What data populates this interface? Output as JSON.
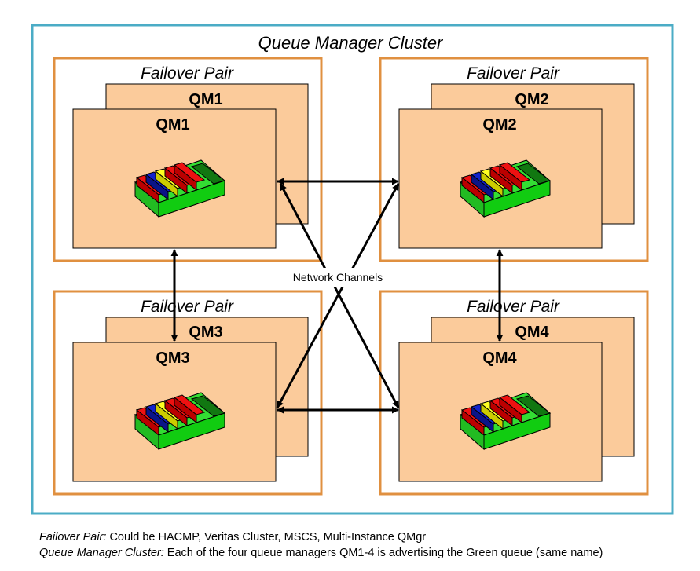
{
  "cluster": {
    "title": "Queue Manager Cluster"
  },
  "pairs": [
    {
      "label": "Failover Pair",
      "back_qm": "QM1",
      "front_qm": "QM1"
    },
    {
      "label": "Failover Pair",
      "back_qm": "QM2",
      "front_qm": "QM2"
    },
    {
      "label": "Failover Pair",
      "back_qm": "QM3",
      "front_qm": "QM3"
    },
    {
      "label": "Failover Pair",
      "back_qm": "QM4",
      "front_qm": "QM4"
    }
  ],
  "network": {
    "label": "Network Channels"
  },
  "captions": [
    {
      "term": "Failover Pair:",
      "text": " Could be HACMP, Veritas Cluster, MSCS, Multi-Instance QMgr"
    },
    {
      "term": "Queue Manager Cluster:",
      "text": " Each of the four queue managers QM1-4 is advertising the Green queue (same name)"
    }
  ],
  "colors": {
    "cluster_border": "#4bacc6",
    "pair_border": "#e09040",
    "qm_fill": "#fbcb9b",
    "green_queue": "#22cc22",
    "red_msg": "#ee1111",
    "blue_msg": "#1122cc",
    "yellow_msg": "#ffff22"
  }
}
